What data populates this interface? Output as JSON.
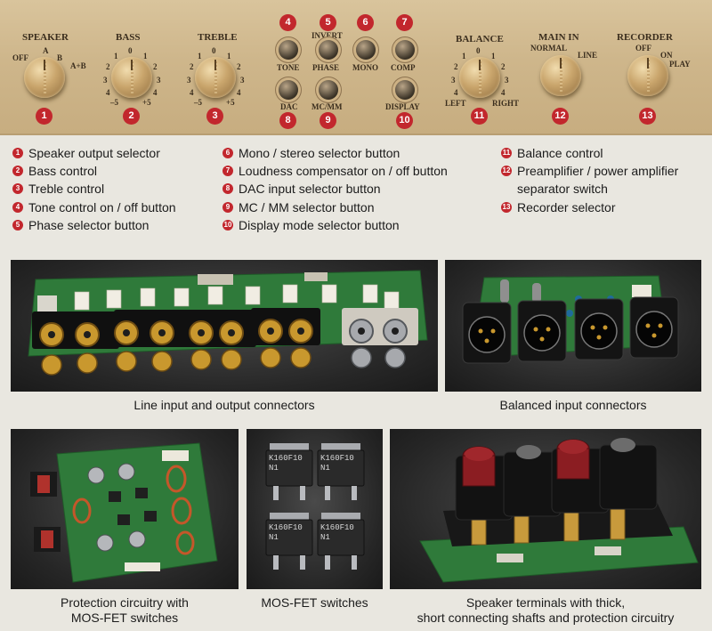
{
  "panel": {
    "speaker": {
      "title": "SPEAKER",
      "off": "OFF",
      "a": "A",
      "b": "B",
      "ab": "A+B"
    },
    "bass": {
      "title": "BASS",
      "ticks": [
        "0",
        "1",
        "1",
        "2",
        "2",
        "3",
        "3",
        "4",
        "4",
        "–5",
        "+5"
      ]
    },
    "treble": {
      "title": "TREBLE",
      "ticks": [
        "0",
        "1",
        "1",
        "2",
        "2",
        "3",
        "3",
        "4",
        "4",
        "–5",
        "+5"
      ]
    },
    "buttons": {
      "tone": "TONE",
      "invert": "INVERT",
      "phase": "PHASE",
      "mono": "MONO",
      "comp": "COMP",
      "dac": "DAC",
      "mcmm": "MC/MM",
      "display": "DISPLAY"
    },
    "balance": {
      "title": "BALANCE",
      "ticks": [
        "0",
        "1",
        "1",
        "2",
        "2",
        "3",
        "3",
        "4",
        "4"
      ],
      "left": "LEFT",
      "right": "RIGHT"
    },
    "mainin": {
      "title": "MAIN IN",
      "normal": "NORMAL",
      "line": "LINE"
    },
    "recorder": {
      "title": "RECORDER",
      "off": "OFF",
      "on": "ON",
      "play": "PLAY"
    },
    "numbers": [
      "1",
      "2",
      "3",
      "4",
      "5",
      "6",
      "7",
      "8",
      "9",
      "10",
      "11",
      "12",
      "13"
    ]
  },
  "legend": {
    "col1": [
      {
        "n": "1",
        "text": "Speaker output selector"
      },
      {
        "n": "2",
        "text": "Bass control"
      },
      {
        "n": "3",
        "text": "Treble control"
      },
      {
        "n": "4",
        "text": "Tone control on / off button"
      },
      {
        "n": "5",
        "text": "Phase selector button"
      }
    ],
    "col2": [
      {
        "n": "6",
        "text": "Mono / stereo selector button"
      },
      {
        "n": "7",
        "text": "Loudness compensator on / off button"
      },
      {
        "n": "8",
        "text": "DAC input selector button"
      },
      {
        "n": "9",
        "text": "MC / MM selector button"
      },
      {
        "n": "10",
        "text": "Display mode selector button"
      }
    ],
    "col3": [
      {
        "n": "11",
        "text": "Balance control"
      },
      {
        "n": "12",
        "text": "Preamplifier / power amplifier"
      },
      {
        "n": "",
        "text": "separator switch"
      },
      {
        "n": "13",
        "text": "Recorder selector"
      }
    ]
  },
  "photos": {
    "line_io": {
      "caption": "Line input and output connectors"
    },
    "balanced": {
      "caption": "Balanced input connectors"
    },
    "protection": {
      "caption_l1": "Protection circuitry with",
      "caption_l2": "MOS-FET switches"
    },
    "mosfet": {
      "caption": "MOS-FET switches",
      "chip_top": "K160F10",
      "chip_bottom": "N1"
    },
    "speaker": {
      "caption_l1": "Speaker terminals with thick,",
      "caption_l2": "short connecting shafts and protection circuitry"
    }
  },
  "colors": {
    "accent": "#c2272d",
    "panel": "#d0b98e",
    "pcb": "#2f7a3a"
  }
}
